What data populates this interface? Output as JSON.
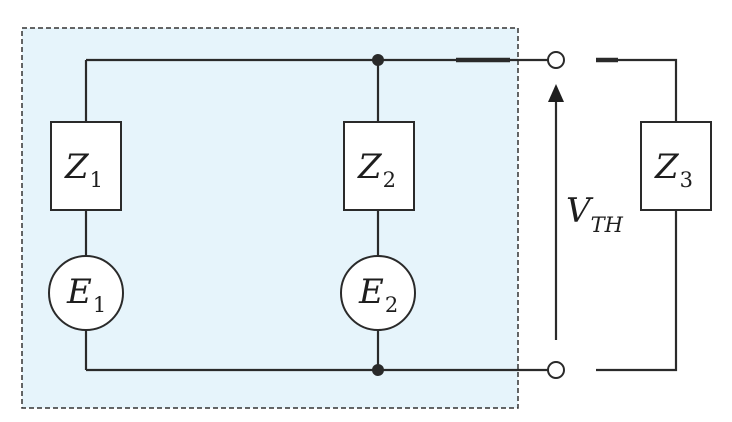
{
  "diagram": {
    "components": {
      "z1": {
        "symbol": "Z",
        "subscript": "1"
      },
      "z2": {
        "symbol": "Z",
        "subscript": "2"
      },
      "z3": {
        "symbol": "Z",
        "subscript": "3"
      },
      "e1": {
        "symbol": "E",
        "subscript": "1"
      },
      "e2": {
        "symbol": "E",
        "subscript": "2"
      }
    },
    "voltage": {
      "symbol": "V",
      "subscript": "TH"
    },
    "colors": {
      "region_fill": "#e6f4fb",
      "line": "#2a2a2a"
    }
  }
}
